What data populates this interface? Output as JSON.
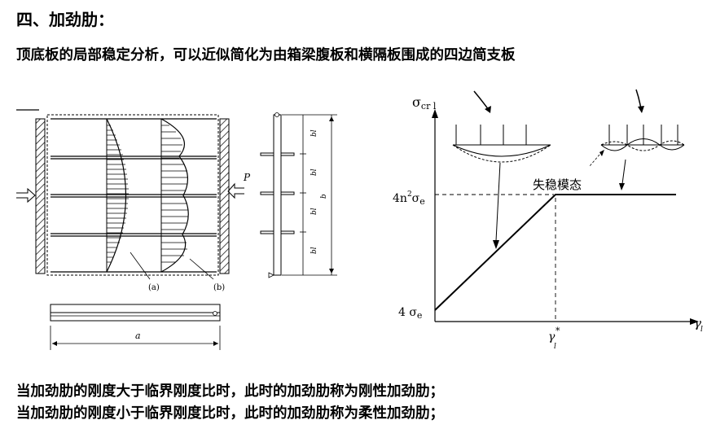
{
  "heading": "四、加劲肋：",
  "subtitle": "顶底板的局部稳定分析，可以近似简化为由箱梁腹板和横隔板围成的四边简支板",
  "figure_left": {
    "label_a": "(a)",
    "label_b": "(b)",
    "load_label": "P",
    "dim_label": "a",
    "spacing_label": "bl",
    "height_label": "b"
  },
  "figure_right": {
    "y_axis_label": "σ",
    "y_axis_sub": "cr l",
    "x_axis_label": "γ",
    "x_axis_sub": "l",
    "x_star_label": "γ",
    "x_star_sub": "l",
    "star": "*",
    "upper_level_prefix": "4n",
    "upper_level_exp": "2",
    "upper_level_sigma": "σ",
    "upper_level_sub": "e",
    "lower_level_prefix": "4 σ",
    "lower_level_sub": "e",
    "mode_label": "失稳模态"
  },
  "conclusion_1": "当加劲肋的刚度大于临界刚度比时，此时的加劲肋称为刚性加劲肋；",
  "conclusion_2": "当加劲肋的刚度小于临界刚度比时，此时的加劲肋称为柔性加劲肋；"
}
